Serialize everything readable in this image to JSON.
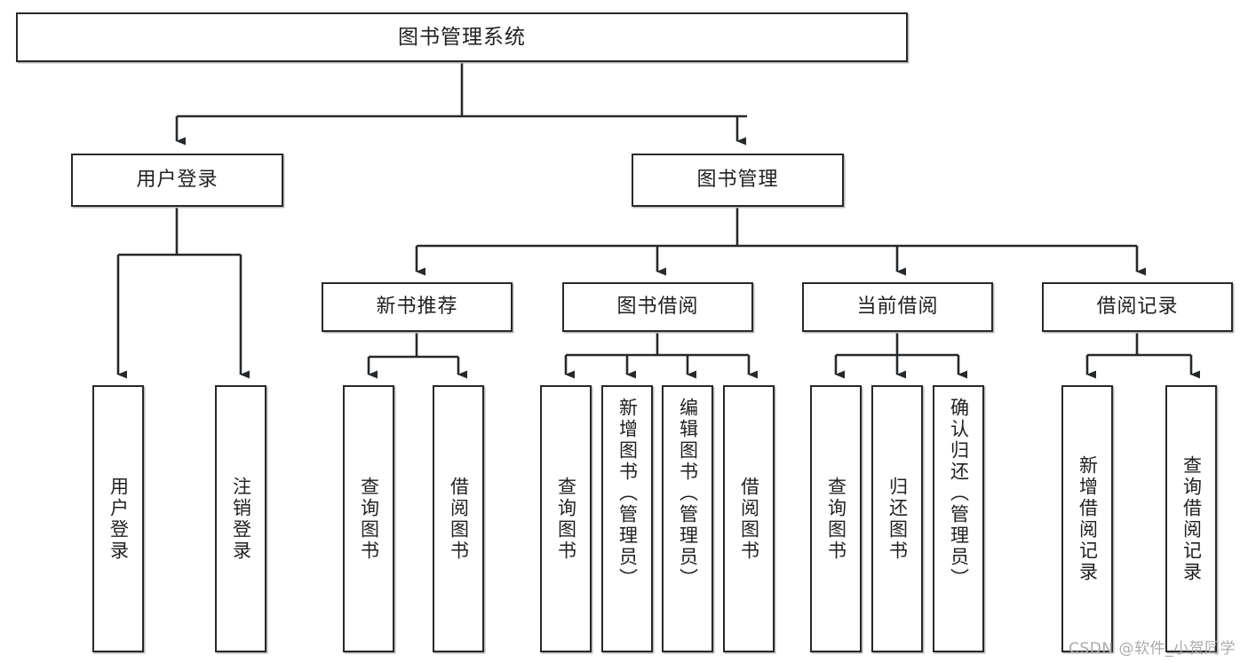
{
  "diagram": {
    "title": "图书管理系统",
    "type": "hierarchy-tree",
    "watermark": "CSDN @软件_小贺同学",
    "colors": {
      "box_border": "#26292b",
      "box_fill": "#ffffff",
      "connector": "#26292b",
      "text": "#1e2022",
      "watermark": "#a9abad",
      "shadow": "#b9babb"
    },
    "root": {
      "label": "图书管理系统"
    },
    "level2": [
      {
        "label": "用户登录"
      },
      {
        "label": "图书管理"
      }
    ],
    "level3": [
      {
        "label": "新书推荐"
      },
      {
        "label": "图书借阅"
      },
      {
        "label": "当前借阅"
      },
      {
        "label": "借阅记录"
      }
    ],
    "leaves": {
      "user_login": [
        {
          "label": "用户登录"
        },
        {
          "label": "注销登录"
        }
      ],
      "new_book_recommend": [
        {
          "label": "查询图书"
        },
        {
          "label": "借阅图书"
        }
      ],
      "book_borrow": [
        {
          "label": "查询图书"
        },
        {
          "label": "新增图书（管理员）"
        },
        {
          "label": "编辑图书（管理员）"
        },
        {
          "label": "借阅图书"
        }
      ],
      "current_borrow": [
        {
          "label": "查询图书"
        },
        {
          "label": "归还图书"
        },
        {
          "label": "确认归还（管理员）"
        }
      ],
      "borrow_record": [
        {
          "label": "新增借阅记录"
        },
        {
          "label": "查询借阅记录"
        }
      ]
    }
  }
}
